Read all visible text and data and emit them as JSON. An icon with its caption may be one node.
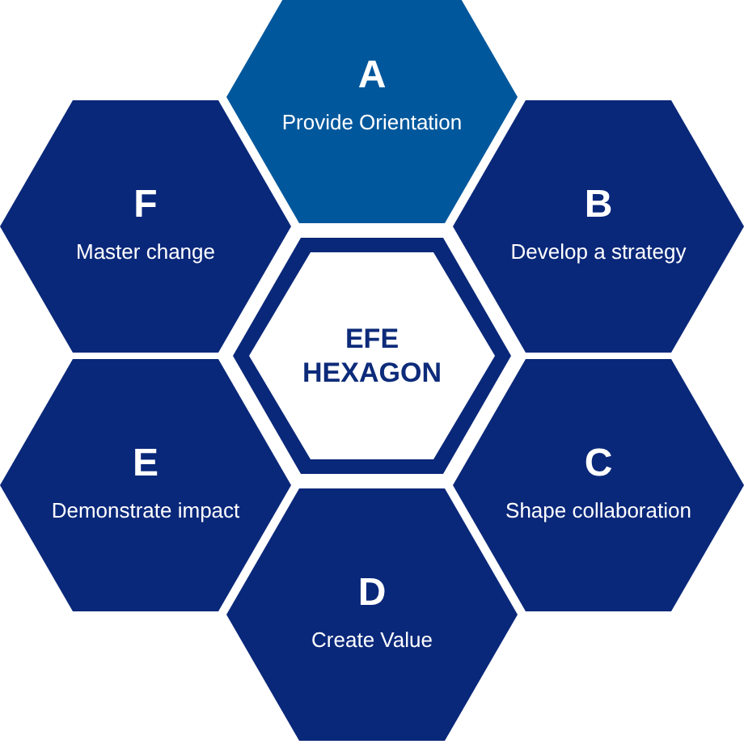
{
  "diagram": {
    "nodes": [
      {
        "text": [
          "A",
          "Provide Orientation"
        ]
      },
      {
        "text": [
          "F",
          "Master change"
        ]
      },
      {
        "text": [
          "B",
          "Develop a strategy"
        ]
      },
      {
        "text": [
          "EFE HEXAGON"
        ]
      },
      {
        "text": [
          "E",
          "Demonstrate impact"
        ]
      },
      {
        "text": [
          "C",
          "Shape collaboration"
        ]
      },
      {
        "text": [
          "D",
          "Create Value"
        ]
      }
    ]
  }
}
